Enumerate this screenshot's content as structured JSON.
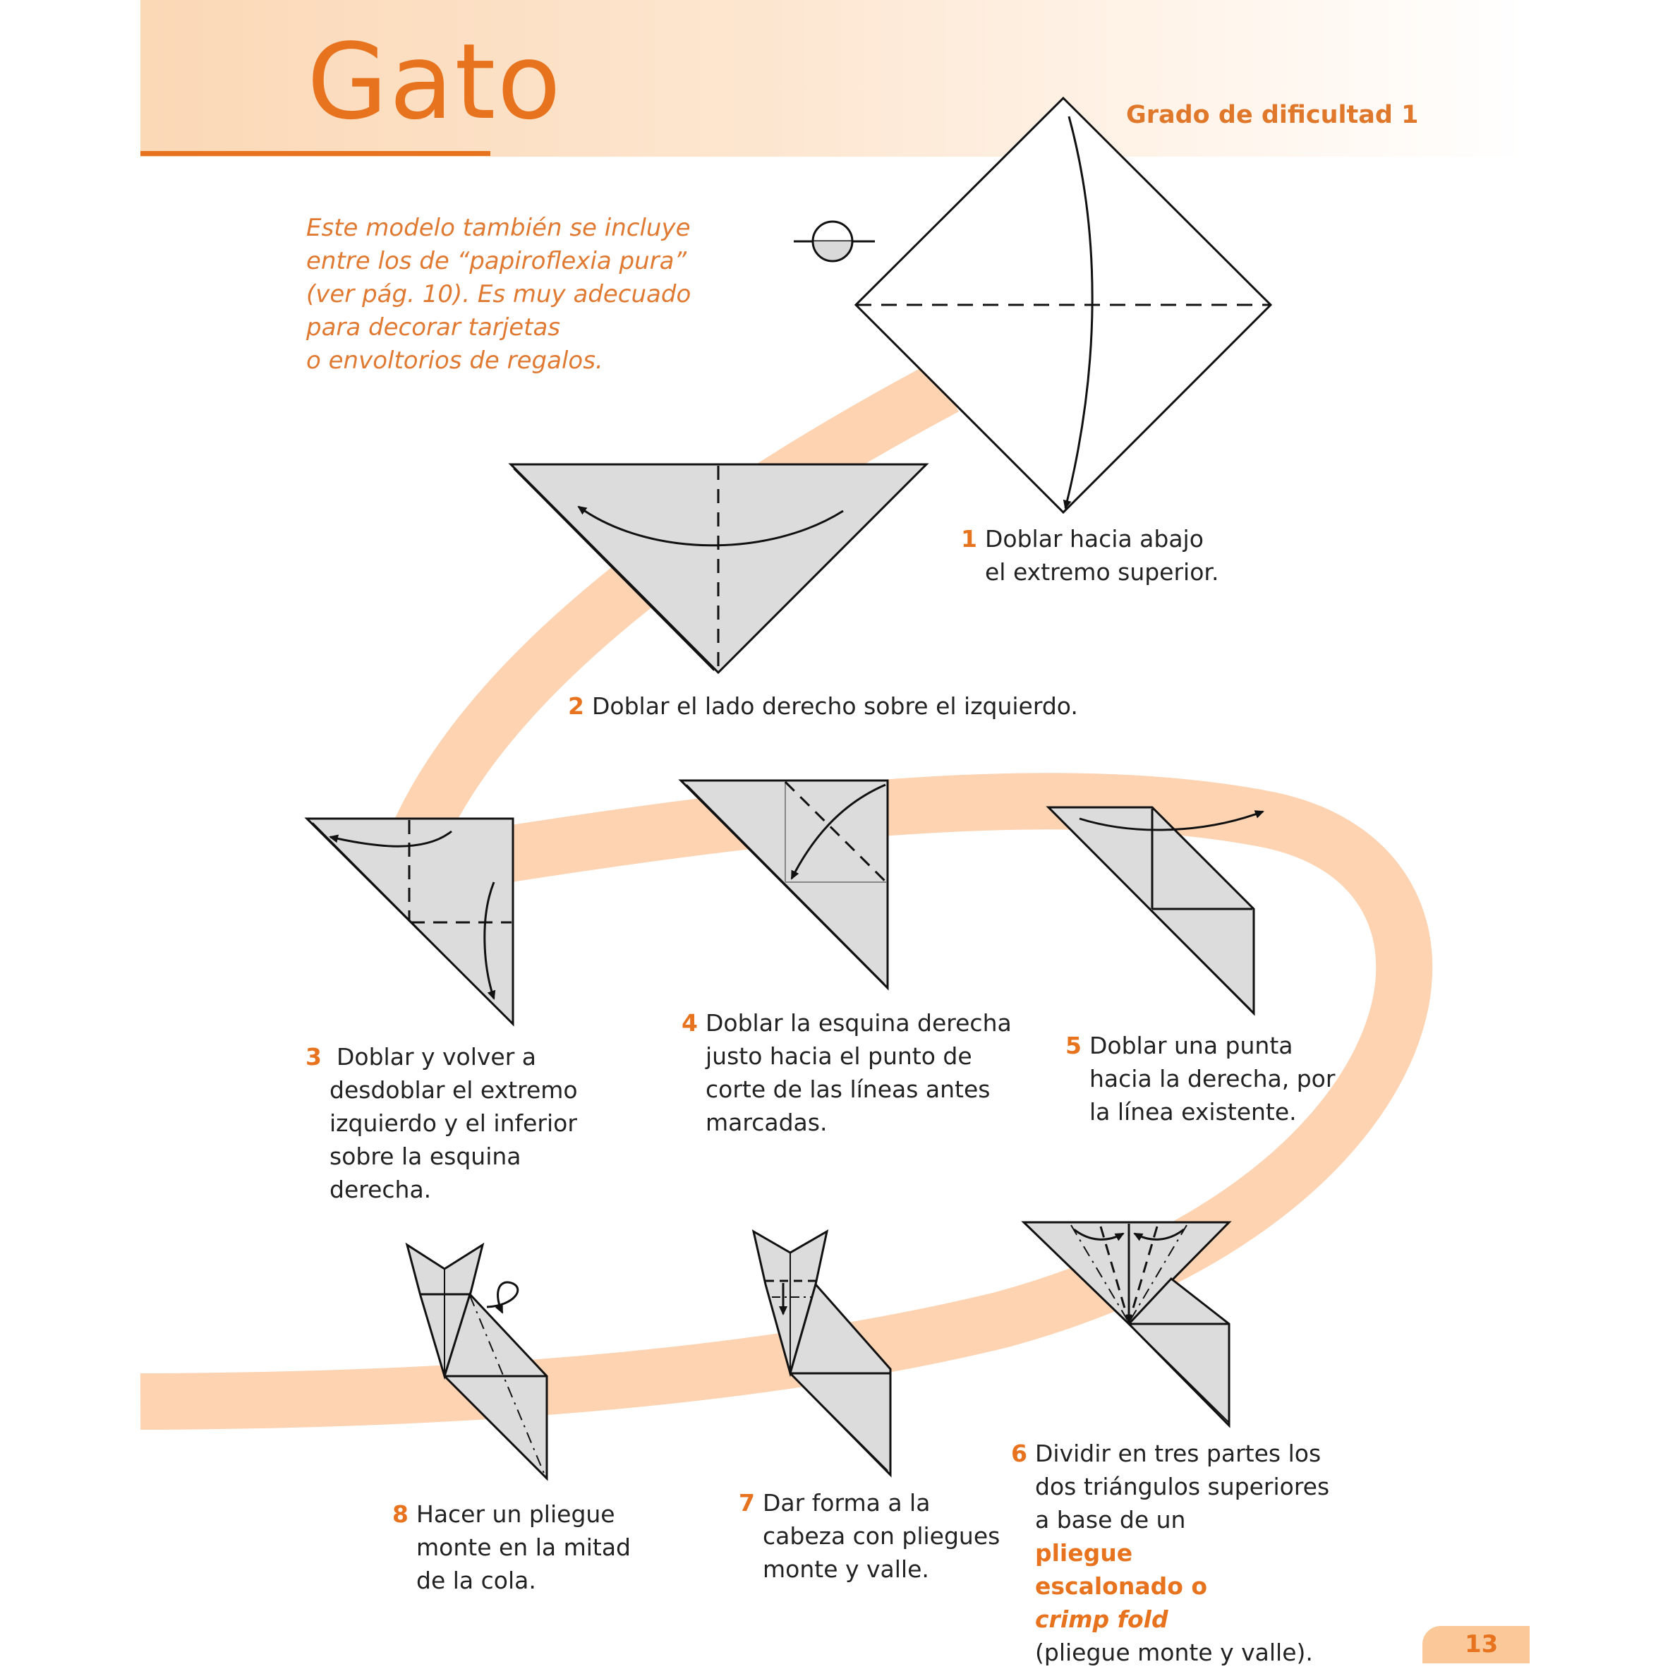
{
  "header": {
    "title": "Gato",
    "difficulty": "Grado de dificultad 1"
  },
  "intro": {
    "lines": [
      "Este modelo también se incluye",
      "entre los de “papiroflexia pura”",
      "(ver pág. 10). Es muy adecuado",
      "para decorar tarjetas",
      "o envoltorios de regalos."
    ]
  },
  "steps": [
    {
      "num": "1",
      "lines": [
        "Doblar hacia abajo",
        "el extremo superior."
      ]
    },
    {
      "num": "2",
      "lines": [
        "Doblar el lado derecho sobre el izquierdo."
      ]
    },
    {
      "num": "3",
      "lines": [
        "Doblar y volver a",
        "desdoblar el extremo",
        "izquierdo y el inferior",
        "sobre la esquina",
        "derecha."
      ]
    },
    {
      "num": "4",
      "lines": [
        "Doblar la esquina derecha",
        "justo hacia el punto de",
        "corte de las líneas antes",
        "marcadas."
      ]
    },
    {
      "num": "5",
      "lines": [
        "Doblar una punta",
        "hacia la derecha, por",
        "la línea existente."
      ]
    },
    {
      "num": "6",
      "lines": [
        "Dividir en tres partes los",
        "dos triángulos superiores",
        "a base de un",
        "pliegue",
        "escalonado o",
        "crimp fold",
        "(pliegue monte y valle)."
      ]
    },
    {
      "num": "7",
      "lines": [
        "Dar forma a la",
        "cabeza con pliegues",
        "monte y valle."
      ]
    },
    {
      "num": "8",
      "lines": [
        "Hacer un pliegue",
        "monte en la mitad",
        "de la cola."
      ]
    }
  ],
  "page": {
    "number": "13"
  },
  "colors": {
    "accent": "#e8731f",
    "ribbon": "#fdd3b2",
    "paper": "#dcdcdc",
    "outline": "#111111"
  },
  "icons": [
    "paper-side-symbol-icon",
    "fold-arrow-icon"
  ]
}
